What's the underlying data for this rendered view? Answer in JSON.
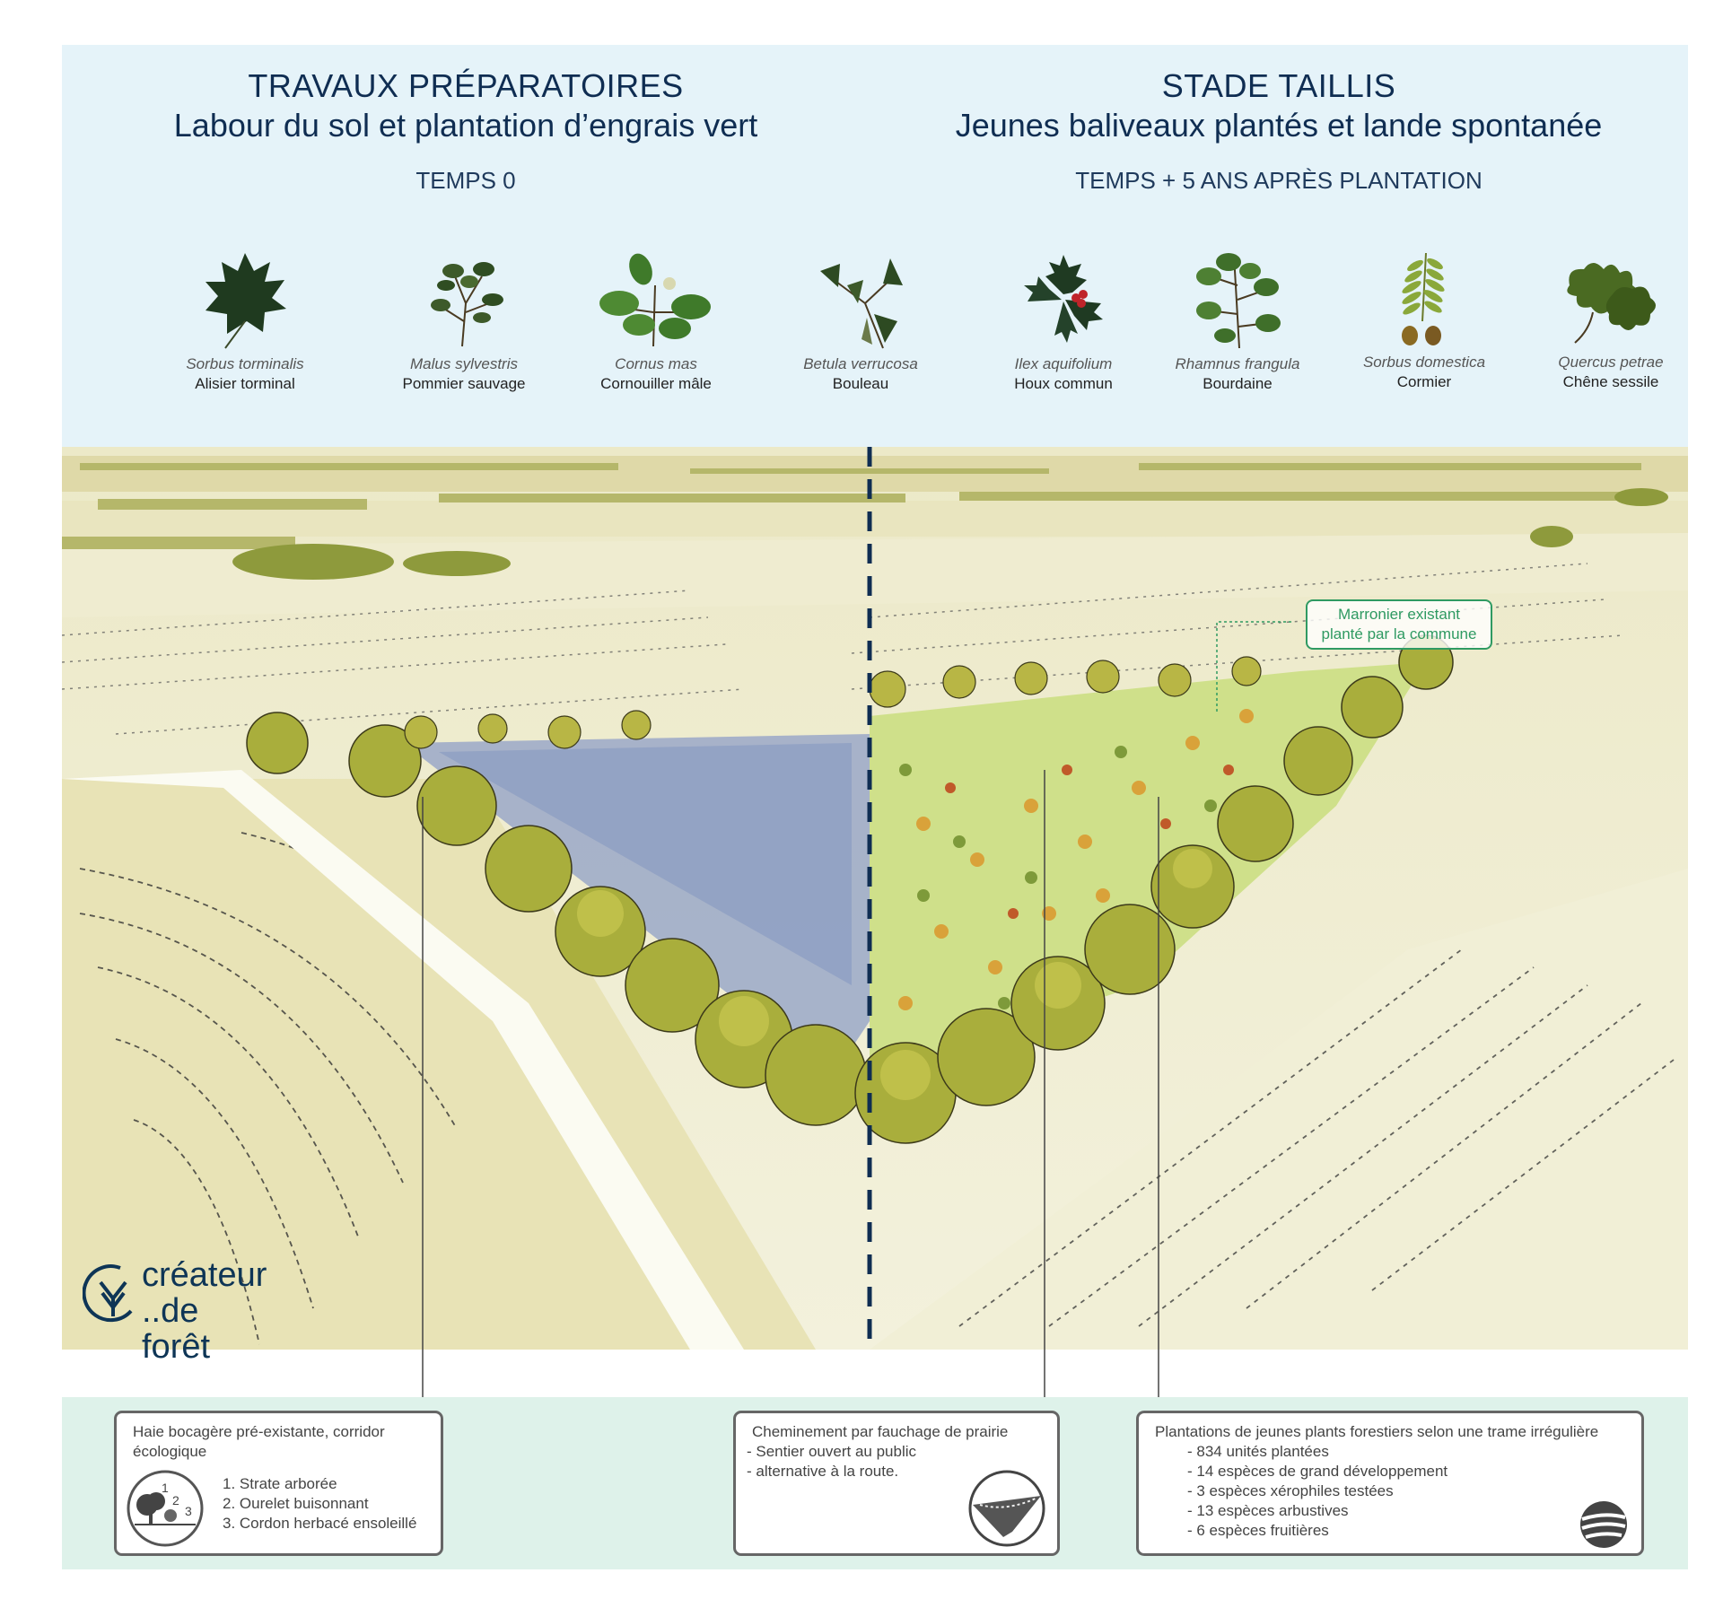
{
  "header": {
    "left": {
      "title": "TRAVAUX PRÉPARATOIRES",
      "subtitle": "Labour du sol et plantation d’engrais vert",
      "time": "TEMPS 0"
    },
    "right": {
      "title": "STADE TAILLIS",
      "subtitle": "Jeunes baliveaux plantés et lande spontanée",
      "time": "TEMPS + 5 ANS APRÈS PLANTATION"
    }
  },
  "species": [
    {
      "latin": "Sorbus torminalis",
      "common": "Alisier torminal",
      "icon": "lobed-leaf-icon"
    },
    {
      "latin": "Malus sylvestris",
      "common": "Pommier sauvage",
      "icon": "apple-branch-icon"
    },
    {
      "latin": "Cornus mas",
      "common": "Cornouiller mâle",
      "icon": "cornus-branch-icon"
    },
    {
      "latin": "Betula verrucosa",
      "common": "Bouleau",
      "icon": "birch-branch-icon"
    },
    {
      "latin": "Ilex aquifolium",
      "common": "Houx commun",
      "icon": "holly-icon"
    },
    {
      "latin": "Rhamnus frangula",
      "common": "Bourdaine",
      "icon": "rhamnus-branch-icon"
    },
    {
      "latin": "Sorbus domestica",
      "common": "Cormier",
      "icon": "compound-leaf-icon"
    },
    {
      "latin": "Quercus petrae",
      "common": "Chêne sessile",
      "icon": "oak-leaf-icon"
    }
  ],
  "callout": {
    "line1": "Marronier existant",
    "line2": "planté par la commune"
  },
  "logo": {
    "line1": "créateur",
    "line2": "..de forêt"
  },
  "boxes": {
    "hedge": {
      "head1": "Haie bocagère pré-existante, corridor",
      "head2": "écologique",
      "items": [
        "1. Strate arborée",
        "2. Ourelet buisonnant",
        "3. Cordon herbacé ensoleillé"
      ],
      "diagram_numbers": [
        "1",
        "2",
        "3"
      ]
    },
    "path": {
      "head": "Cheminement par fauchage de prairie",
      "items": [
        "- Sentier ouvert au public",
        "- alternative à la route."
      ]
    },
    "plantations": {
      "head": "Plantations de jeunes plants forestiers selon une trame irrégulière",
      "items": [
        "- 834 unités plantées",
        "- 14 espèces de grand développement",
        "- 3 espèces xérophiles testées",
        "- 13 espèces arbustives",
        "- 6 espèces fruitières"
      ]
    }
  },
  "colors": {
    "header_bg": "#e5f3f9",
    "title": "#0f2d52",
    "bottom_band": "#def2ea",
    "callout": "#2f9a62",
    "divider": "#0f2d52"
  }
}
